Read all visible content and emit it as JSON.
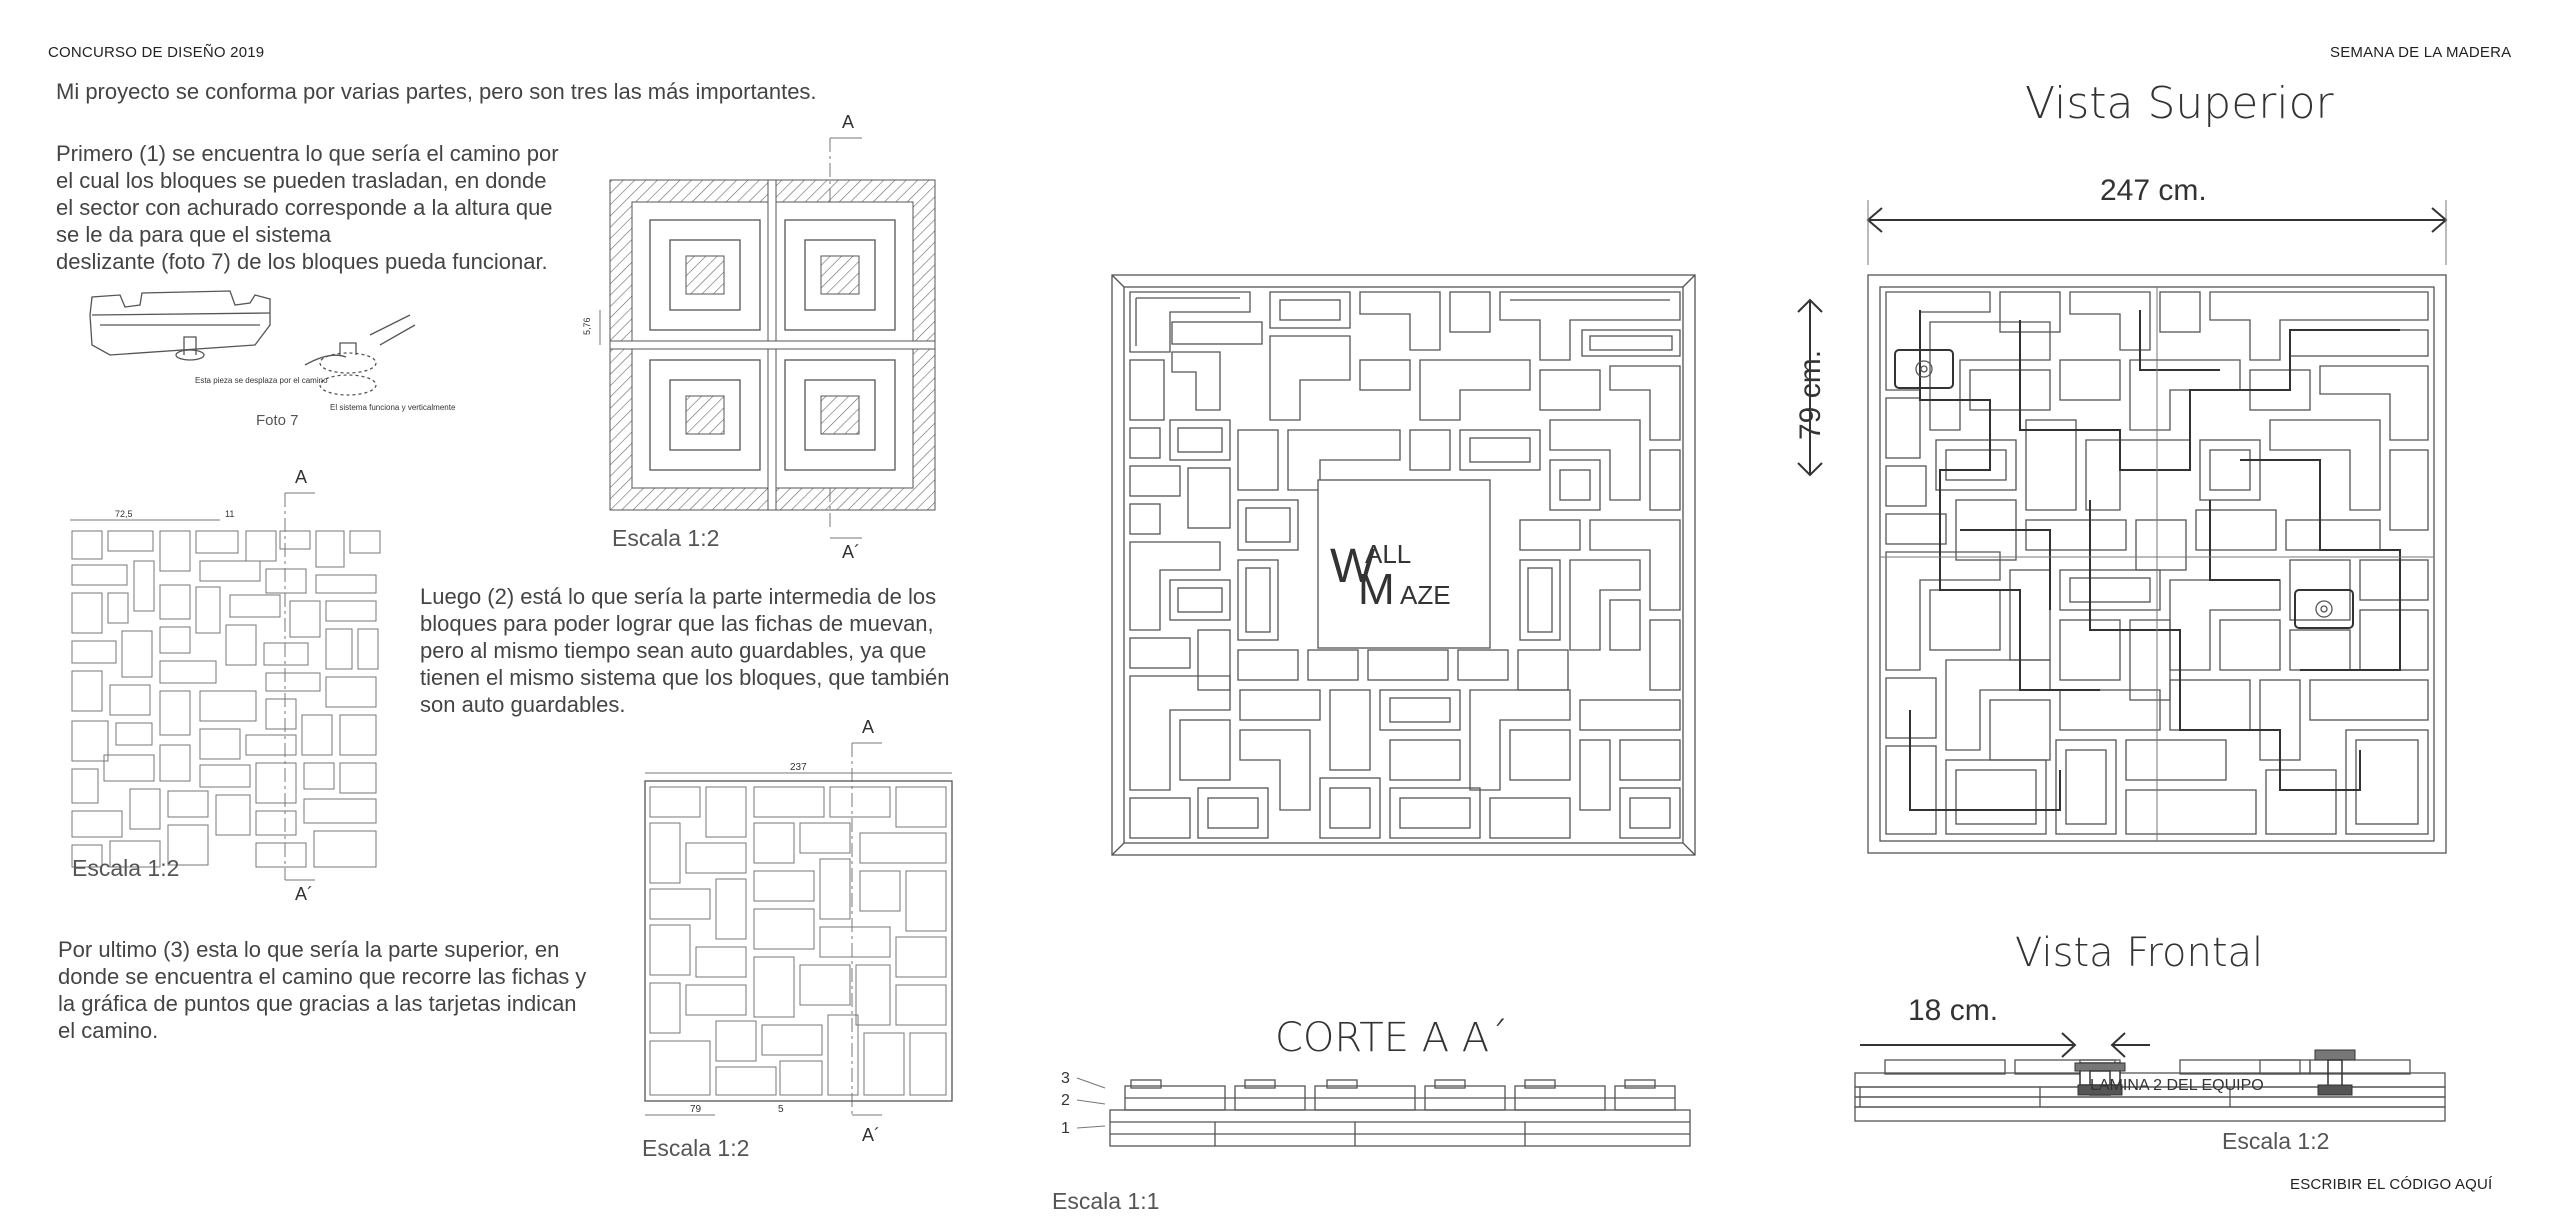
{
  "header": {
    "left": "CONCURSO DE DISEÑO 2019",
    "right": "SEMANA DE LA MADERA",
    "footer_right": "ESCRIBIR EL CÓDIGO AQUÍ"
  },
  "text": {
    "intro": "Mi proyecto se conforma por varias partes, pero son tres las más importantes.",
    "p1": [
      "Primero (1) se encuentra lo que sería el camino por",
      "el cual los bloques se pueden trasladan, en donde",
      "el sector con achurado corresponde a la altura que",
      "se le da para que el sistema",
      "deslizante (foto 7) de los bloques pueda funcionar."
    ],
    "p2": [
      "Luego (2) está lo que sería la parte intermedia de los",
      "bloques para poder lograr que las fichas de muevan,",
      "pero al mismo tiempo sean auto guardables, ya que",
      "tienen el mismo sistema que los bloques, que también",
      "son auto guardables."
    ],
    "p3": [
      "Por ultimo (3) esta lo que sería la parte superior, en",
      "donde se encuentra el camino que recorre las fichas y",
      "la gráfica de puntos que gracias a las tarjetas indican",
      "el camino."
    ]
  },
  "labels": {
    "foto": "Foto 7",
    "sketch_note_1": "Esta pieza se desplaza por el camino",
    "sketch_note_2": "El sistema funciona y verticalmente",
    "scale_12": "Escala 1:2",
    "scale_11": "Escala 1:1",
    "section_a": "A",
    "section_a_prime": "A´",
    "dim_576": "5,76",
    "dim_725": "72,5",
    "dim_11": "11",
    "dim_237": "237",
    "dim_79": "79",
    "dim_5": "5",
    "logo_w": "W",
    "logo_all": "ALL",
    "logo_m": "M",
    "logo_aze": "AZE",
    "corte_title": "CORTE A A´",
    "layer_3": "3",
    "layer_2": "2",
    "layer_1": "1",
    "vista_superior": "Vista Superior",
    "dim_247": "247 cm.",
    "dim_79cm": "79 cm.",
    "vista_frontal": "Vista Frontal",
    "dim_18": "18 cm.",
    "lamina": "LAMINA 2 DEL EQUIPO"
  }
}
